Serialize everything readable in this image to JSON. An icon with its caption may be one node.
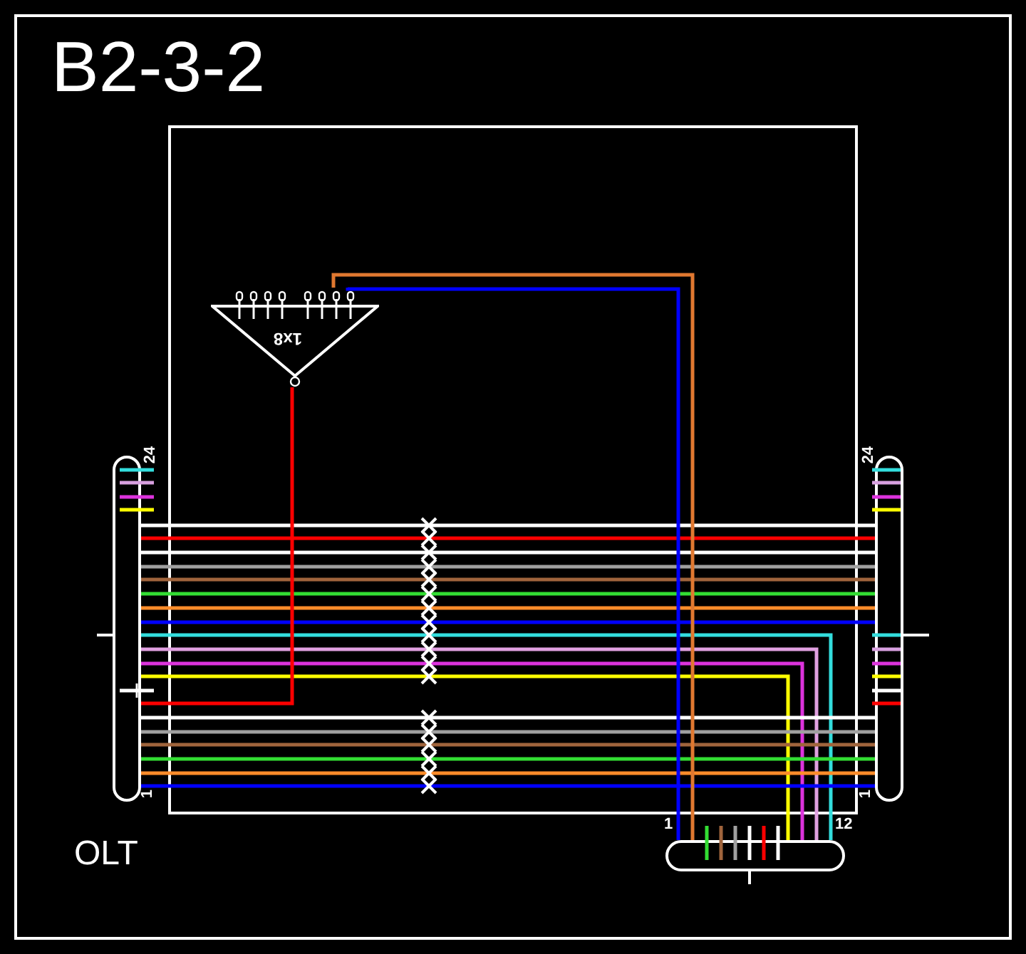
{
  "diagram": {
    "title": "B2-3-2",
    "nodes": [
      {
        "text": [],
        "shape": "box"
      },
      {
        "text": [
          "1x8"
        ],
        "in": 0
      },
      {
        "text": [],
        "shape": "bar",
        "beside": [
          "24",
          "1"
        ]
      },
      {
        "text": [],
        "shape": "bar",
        "beside": [
          "24",
          "1"
        ]
      },
      {
        "text": [],
        "shape": "bar",
        "beside": [
          "1",
          "12"
        ]
      }
    ],
    "edges": [
      {
        "from": 2,
        "to": 3,
        "arrow": "none",
        "color": "#ffffff"
      },
      {
        "from": 2,
        "to": 3,
        "arrow": "none",
        "color": "#ff0000"
      },
      {
        "from": 2,
        "to": 3,
        "arrow": "none",
        "color": "#ffffff"
      },
      {
        "from": 2,
        "to": 3,
        "arrow": "none",
        "color": "#a0a0a0"
      },
      {
        "from": 2,
        "to": 3,
        "arrow": "none",
        "color": "#a0643c"
      },
      {
        "from": 2,
        "to": 3,
        "arrow": "none",
        "color": "#33dd33"
      },
      {
        "from": 2,
        "to": 3,
        "arrow": "none",
        "color": "#ff8c2a"
      },
      {
        "from": 2,
        "to": 3,
        "arrow": "none",
        "color": "#0000ff"
      },
      {
        "from": 2,
        "to": 4,
        "arrow": "none",
        "color": "#33dddd"
      },
      {
        "from": 2,
        "to": 4,
        "arrow": "none",
        "color": "#e0a0e0"
      },
      {
        "from": 2,
        "to": 4,
        "arrow": "none",
        "color": "#dd33dd"
      },
      {
        "from": 2,
        "to": 4,
        "arrow": "none",
        "color": "#ffff00"
      },
      {
        "from": 1,
        "to": 2,
        "arrow": "none",
        "color": "#ff0000"
      },
      {
        "from": 2,
        "to": 3,
        "arrow": "none",
        "color": "#ffffff"
      },
      {
        "from": 2,
        "to": 3,
        "arrow": "none",
        "color": "#a0a0a0"
      },
      {
        "from": 2,
        "to": 3,
        "arrow": "none",
        "color": "#a0643c"
      },
      {
        "from": 2,
        "to": 3,
        "arrow": "none",
        "color": "#33dd33"
      },
      {
        "from": 2,
        "to": 3,
        "arrow": "none",
        "color": "#ff8c2a"
      },
      {
        "from": 2,
        "to": 3,
        "arrow": "none",
        "color": "#0000ff"
      },
      {
        "from": 1,
        "to": 4,
        "arrow": "none",
        "color": "#e07830"
      },
      {
        "from": 1,
        "to": 4,
        "arrow": "none",
        "color": "#0000ff"
      }
    ],
    "labels": [
      "OLT"
    ]
  }
}
